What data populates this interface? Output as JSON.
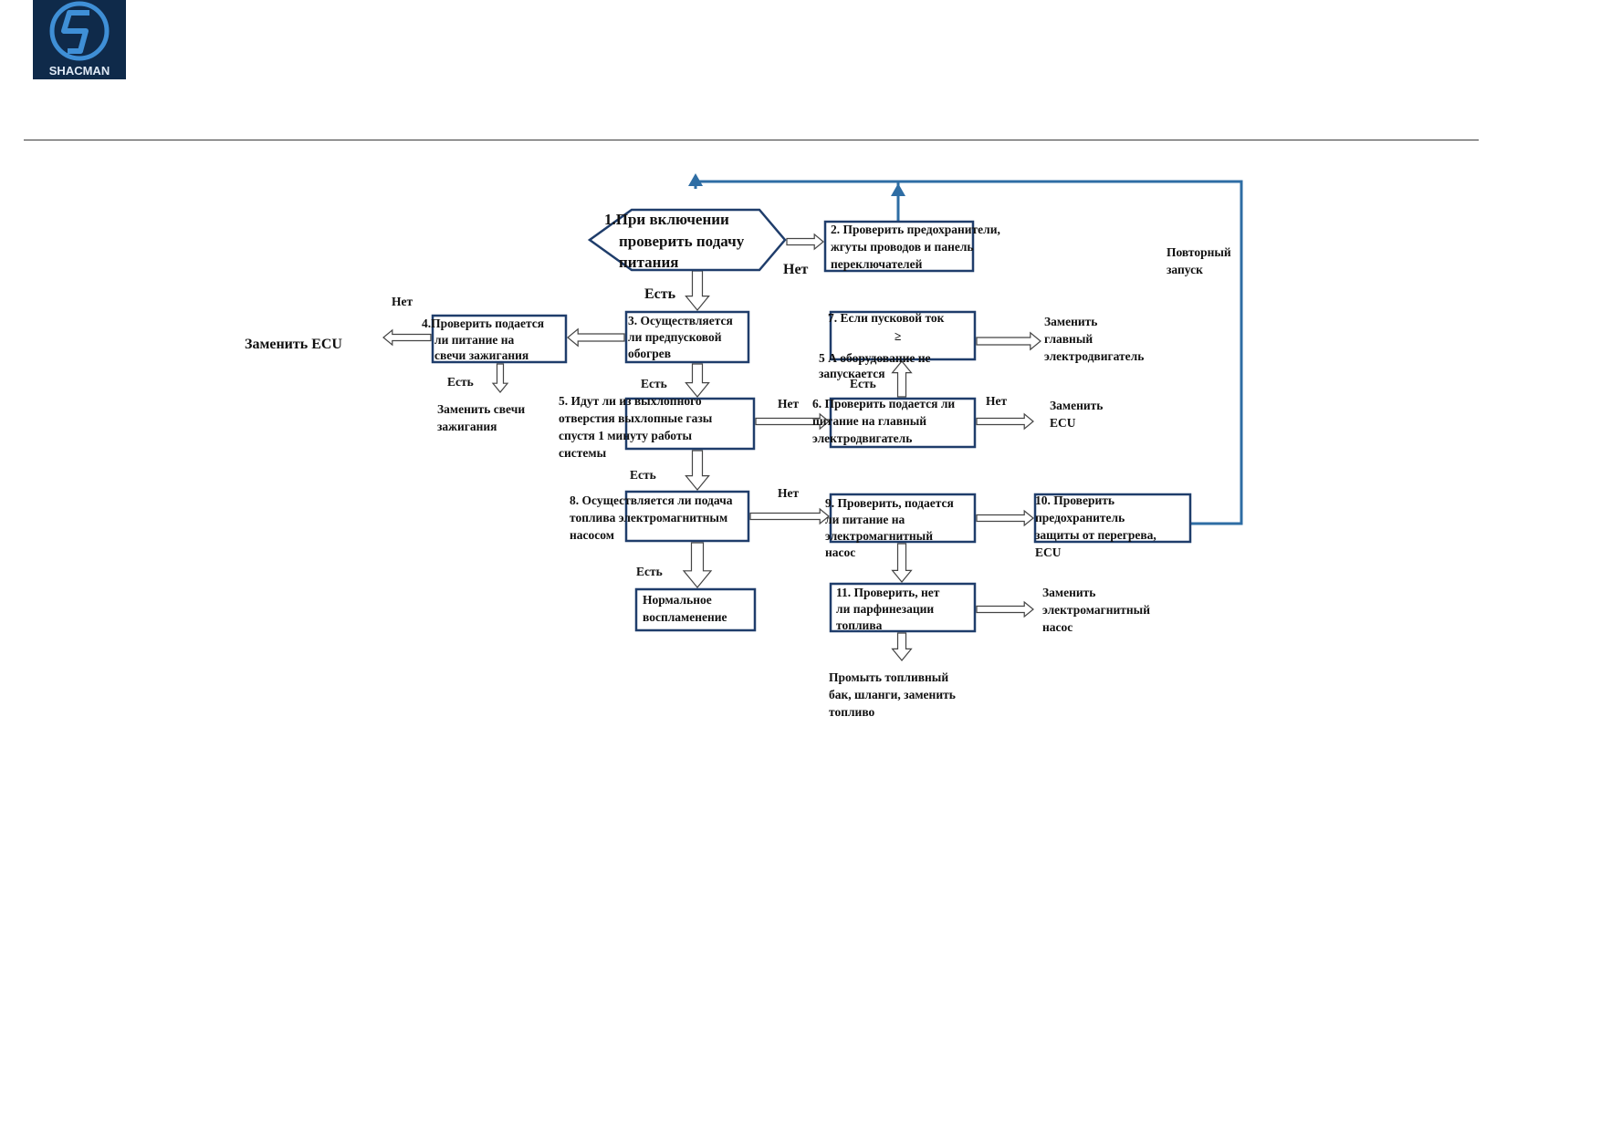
{
  "logo": {
    "text": "SHACMAN",
    "icon": "shacman-logo-icon",
    "brand_color": "#0f2a4a"
  },
  "colors": {
    "node_stroke": "#1f3d6b",
    "loop_line": "#2e6da4"
  },
  "nodes": {
    "n1": [
      "1.При включении",
      "проверить подачу",
      "питания"
    ],
    "n2": [
      "2. Проверить предохранители,",
      "жгуты проводов и панель",
      "переключателей"
    ],
    "n3": [
      "3. Осуществляется",
      "ли предпусковой",
      "обогрев"
    ],
    "n4": [
      "4.Проверить подается",
      "ли питание на",
      "свечи зажигания"
    ],
    "n5": [
      "5. Идут ли из выхлопного",
      "отверстия выхлопные газы",
      "спустя 1 минуту работы",
      "системы"
    ],
    "n6": [
      "6. Проверить подается ли",
      "питание на главный",
      "электродвигатель"
    ],
    "n7": [
      "7. Если пусковой ток",
      "≥",
      "5 А оборудование не",
      "запускается"
    ],
    "n8": [
      "8. Осуществляется ли подача",
      "топлива электромагнитным",
      "насосом"
    ],
    "n9": [
      "9. Проверить, подается",
      "ли питание на",
      "электромагнитный",
      "насос"
    ],
    "n10": [
      "10. Проверить",
      "предохранитель",
      "защиты от перегрева,",
      "ECU"
    ],
    "n11": [
      "11. Проверить, нет",
      "ли парфинезации",
      "топлива"
    ],
    "normal": [
      "Нормальное",
      "воспламенение"
    ]
  },
  "outcomes": {
    "replace_ecu_left": "Заменить ECU",
    "replace_plugs": [
      "Заменить свечи",
      "зажигания"
    ],
    "replace_motor": [
      "Заменить",
      "главный",
      "электродвигатель"
    ],
    "replace_ecu_right": [
      "Заменить",
      "ECU"
    ],
    "replace_pump": [
      "Заменить",
      "электромагнитный",
      "насос"
    ],
    "flush_tank": [
      "Промыть топливный",
      "бак, шланги, заменить",
      "топливо"
    ],
    "restart": [
      "Повторный",
      "запуск"
    ]
  },
  "edge_labels": {
    "yes": "Есть",
    "no": "Нет"
  }
}
